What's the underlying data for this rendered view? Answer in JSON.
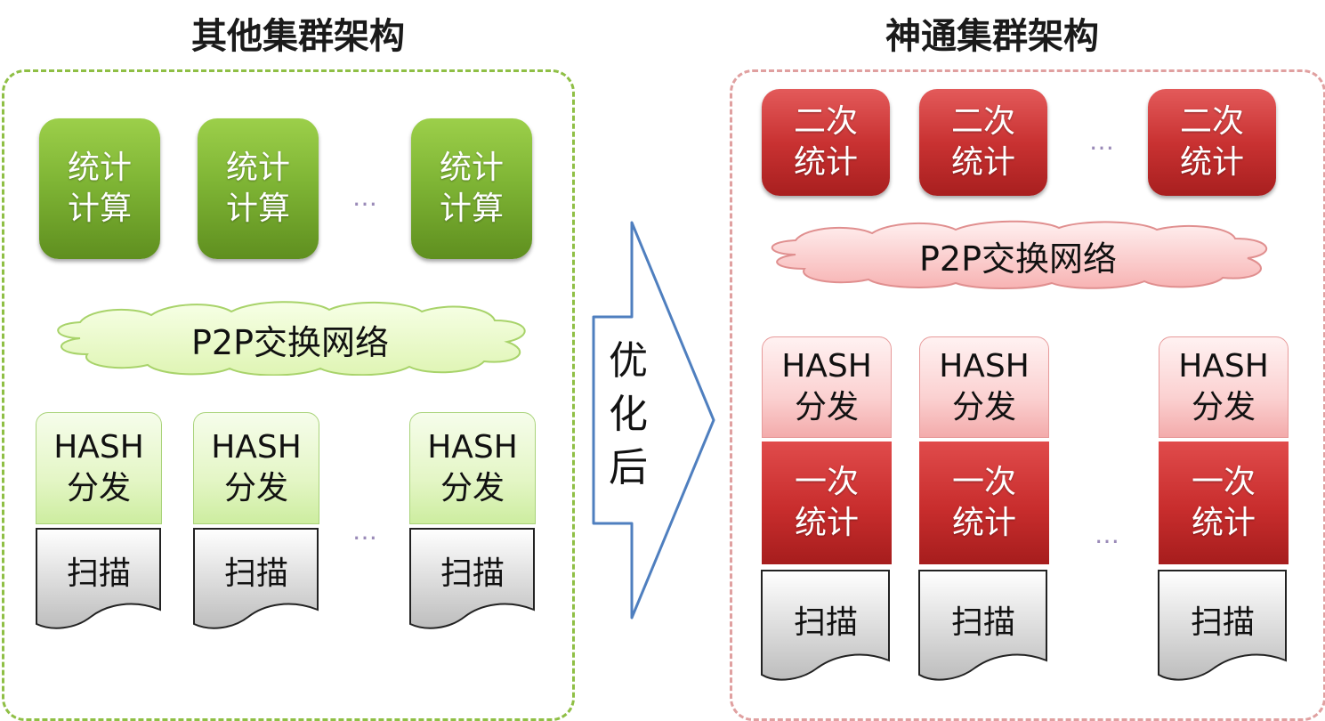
{
  "left": {
    "title": "其他集群架构",
    "compute_label": "统计\n计算",
    "network_label": "P2P交换网络",
    "hash_label": "HASH\n分发",
    "scan_label": "扫描",
    "ellipsis": "…",
    "border_color": "#8fbf45"
  },
  "arrow": {
    "label": "优\n化\n后",
    "color": "#4f7fbf"
  },
  "right": {
    "title": "神通集群架构",
    "second_stat_label": "二次\n统计",
    "network_label": "P2P交换网络",
    "hash_label": "HASH\n分发",
    "first_stat_label": "一次\n统计",
    "scan_label": "扫描",
    "ellipsis": "…",
    "border_color": "#e0a0a0"
  }
}
